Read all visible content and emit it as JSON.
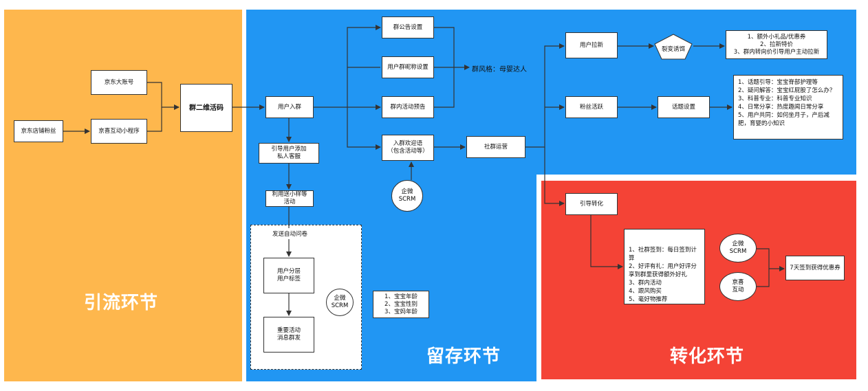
{
  "sections": {
    "acquisition": "引流环节",
    "retention": "留存环节",
    "conversion": "转化环节"
  },
  "nodes": {
    "jd_store_fans": "京东店铺粉丝",
    "jd_main_account": "京东大账号",
    "jd_mini_program": "京喜互动小程序",
    "group_qr_code": "群二维活码",
    "user_join_group": "用户入群",
    "guide_add_service": "引导用户添加\n私人客服",
    "free_sample_activity": "利用送小样等\n活动",
    "send_auto_survey": "发送自动问卷",
    "user_layering": "用户分层\n用户标签",
    "important_activity": "重要活动\n消息群发",
    "scrm_survey": "企微\nSCRM",
    "baby_info": "1、宝宝年龄\n2、宝宝性别\n3、宝妈年龄",
    "group_notice": "群公告设置",
    "group_nickname": "用户群昵称设置",
    "group_activity_preview": "群内活动预告",
    "welcome_message": "入群欢迎语\n（包含活动等）",
    "scrm_welcome": "企微\nSCRM",
    "group_style": "群风格：母婴达人",
    "community_ops": "社群运营",
    "user_referral": "用户拉新",
    "fission_bait": "裂变诱饵",
    "referral_rewards": "1、额外小礼品/优惠券\n2、拉新特价\n3、群内转向价引导用户主动拉新",
    "fan_activity": "粉丝活跃",
    "topic_setting": "话题设置",
    "topic_list": "1、话题引导：宝宝脊部护理等\n2、疑问解答：宝宝红屁股了怎么办？\n3、科普专业：科普专业知识\n4、日常分享：热度趣闻日常分享\n5、用户共同：如何坐月子，产后减肥，育婴的小知识",
    "guide_conversion": "引导转化",
    "conversion_list": "1、社群签到：每日签到计算\n2、好评有礼：用户好评分享到群里获得额外好礼\n3、群内活动\n4、跟风购买\n5、毫好物推荐",
    "scrm_conversion": "企微\nSCRM",
    "jx_interaction": "京喜\n互动",
    "seven_day_coupon": "7天签到获得优惠券"
  },
  "colors": {
    "acquisition_bg": "#FEB74D",
    "retention_bg": "#2196F3",
    "conversion_bg": "#F44336"
  }
}
